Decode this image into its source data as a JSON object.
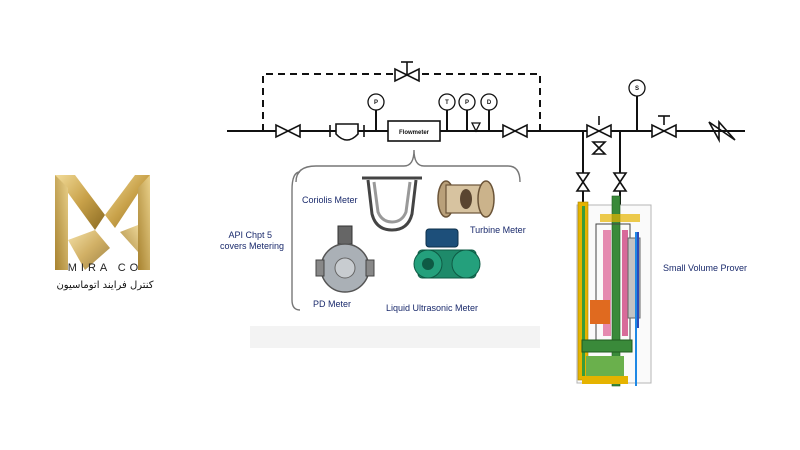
{
  "brand": {
    "name": "MIRA CO",
    "tagline": "کنترل فرایند اتوماسیون",
    "colors": {
      "gold": "#c9a24a",
      "gold_light": "#e9d08a"
    }
  },
  "diagram": {
    "flowmeter_label": "Flowmeter",
    "instrument_tags": {
      "pressure_1": "P",
      "temperature": "T",
      "pressure_2": "P",
      "density": "D",
      "s_tag": "S"
    },
    "group_label_line1": "API Chpt 5",
    "group_label_line2": "covers Metering",
    "meters": {
      "coriolis": "Coriolis Meter",
      "turbine": "Turbine Meter",
      "pd": "PD Meter",
      "ultrasonic": "Liquid Ultrasonic Meter"
    },
    "prover_label": "Small Volume Prover",
    "colors": {
      "line": "#111111",
      "label": "#1a2a6c"
    }
  }
}
